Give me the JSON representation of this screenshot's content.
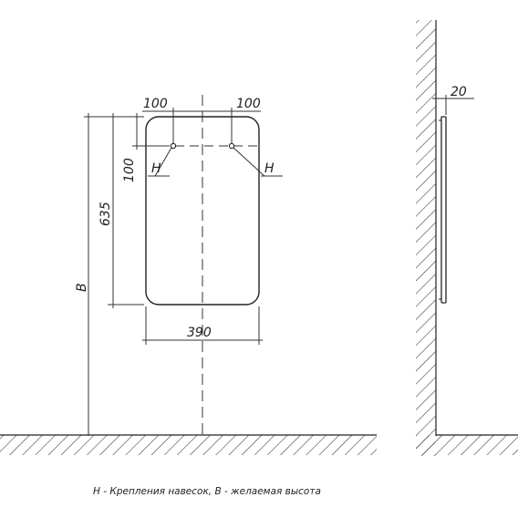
{
  "drawing": {
    "dims": {
      "width_top_left": "100",
      "width_top_right": "100",
      "height_mount": "100",
      "height_mirror": "635",
      "height_desired": "В",
      "width_total": "390",
      "thickness": "20"
    },
    "markers": {
      "left_mount": "Н",
      "right_mount": "Н"
    },
    "caption": "Н - Крепления навесок, В - желаемая высота"
  }
}
